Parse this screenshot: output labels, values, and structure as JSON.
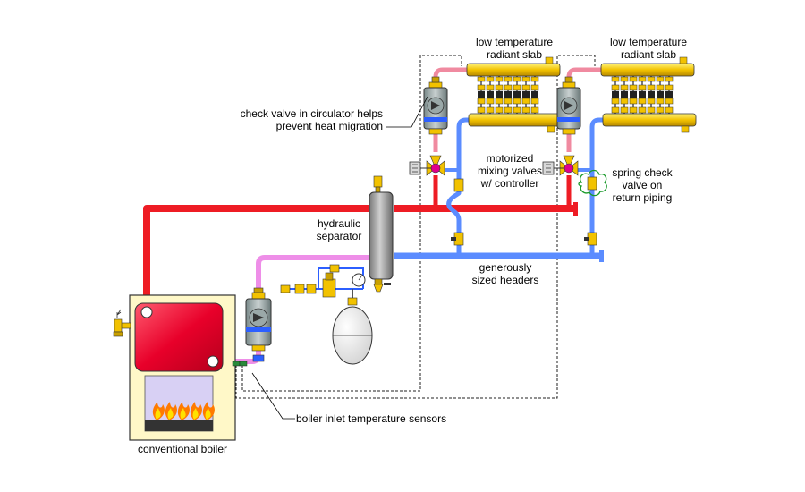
{
  "labels": {
    "radiant_slab_1_line1": "low temperature",
    "radiant_slab_1_line2": "radiant slab",
    "radiant_slab_2_line1": "low temperature",
    "radiant_slab_2_line2": "radiant slab",
    "check_valve_line1": "check valve in circulator helps",
    "check_valve_line2": "prevent heat migration",
    "mixing_valves_line1": "motorized",
    "mixing_valves_line2": "mixing valves",
    "mixing_valves_line3": "w/ controller",
    "spring_check_line1": "spring check",
    "spring_check_line2": "valve on",
    "spring_check_line3": "return piping",
    "hydraulic_line1": "hydraulic",
    "hydraulic_line2": "separator",
    "headers_line1": "generously",
    "headers_line2": "sized headers",
    "sensors": "boiler inlet temperature sensors",
    "boiler": "conventional boiler"
  },
  "colors": {
    "supply_pipe": "#ee1c24",
    "return_pipe": "#5b8cff",
    "boiler_return_pipe": "#ee8ee8",
    "slab_supply_pipe": "#f08aa0",
    "boiler_cabinet": "#fff8c8",
    "boiler_heat_exchanger": "#e8002a",
    "combustion_chamber": "#d8d0f4",
    "manifold_brass": "#f2c200",
    "separator_body": "#a8a8a8",
    "expansion_tank": "#ffffff"
  }
}
